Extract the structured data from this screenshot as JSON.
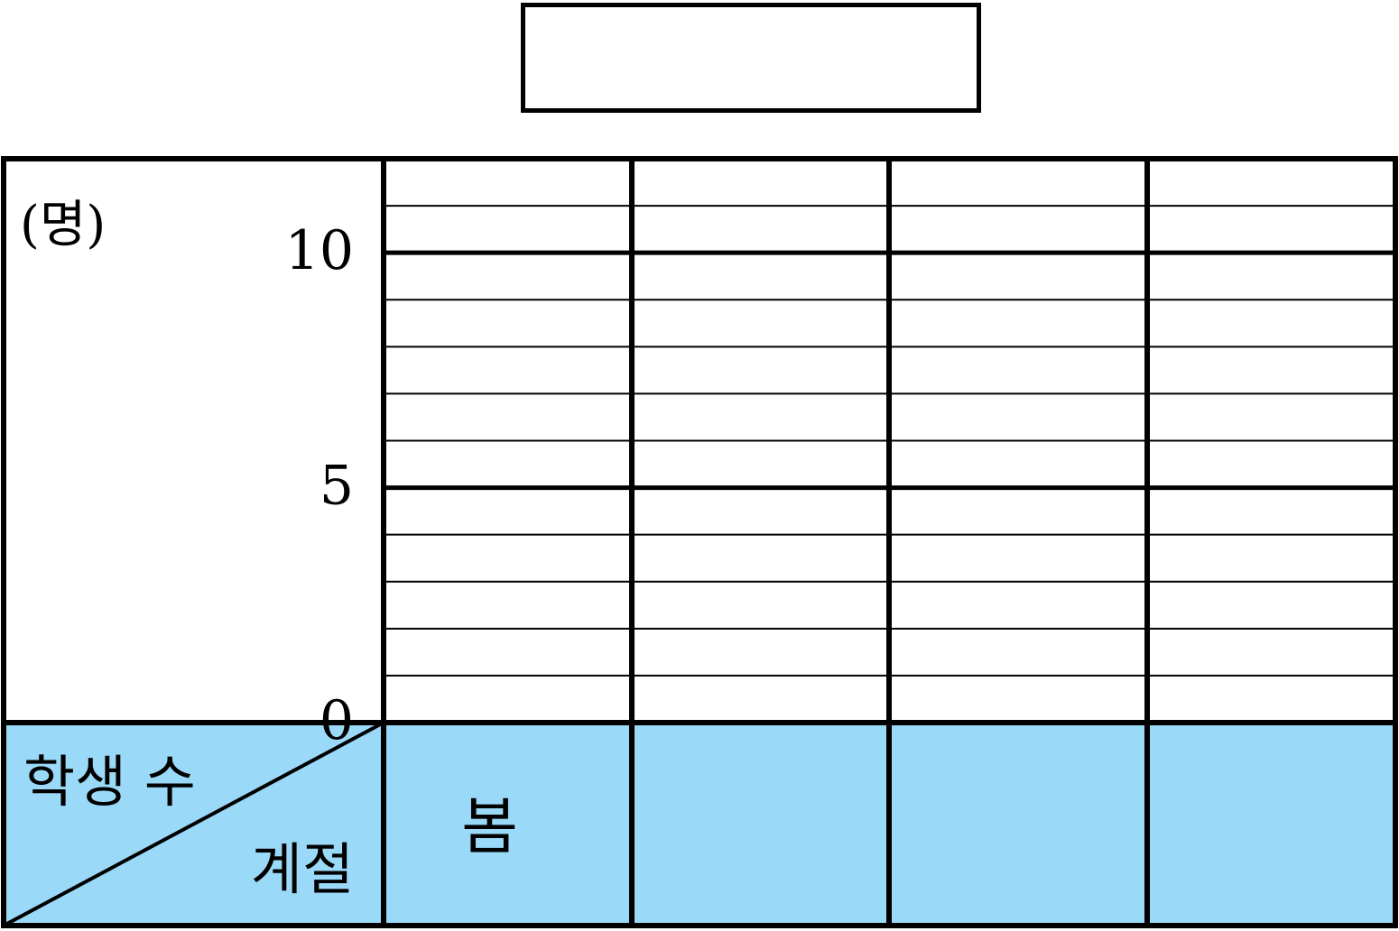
{
  "title": "",
  "unit_label": "(명)",
  "header": {
    "y_caption": "학생 수",
    "x_caption": "계절"
  },
  "colors": {
    "header_fill": "#9bd9f8",
    "line": "#000000",
    "background": "#ffffff"
  },
  "chart_data": {
    "type": "bar",
    "categories": [
      "봄",
      "",
      "",
      ""
    ],
    "values": [
      null,
      null,
      null,
      null
    ],
    "ylabel": "(명)",
    "xlabel": "계절",
    "ylim": [
      0,
      12
    ],
    "yticks": [
      0,
      5,
      10
    ],
    "tick_labels": [
      "0",
      "5",
      "10"
    ],
    "grid": true,
    "legend": "none"
  }
}
